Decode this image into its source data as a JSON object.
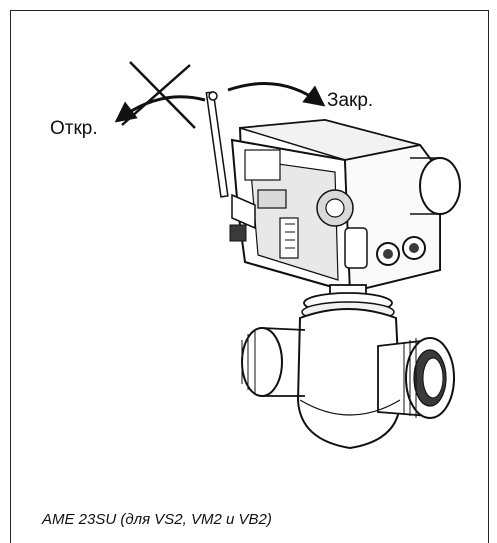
{
  "labels": {
    "open": "Откр.",
    "close": "Закр."
  },
  "caption": "AME 23SU (для VS2, VM2 и VB2)",
  "icons": {
    "forbidden_direction": "cross-mark-icon",
    "rotation_arrows": "curved-arrow-icon"
  },
  "colors": {
    "line": "#111111",
    "fill_light": "#ffffff",
    "fill_shade": "#d9d9d9",
    "fill_dark": "#3a3a3a"
  }
}
